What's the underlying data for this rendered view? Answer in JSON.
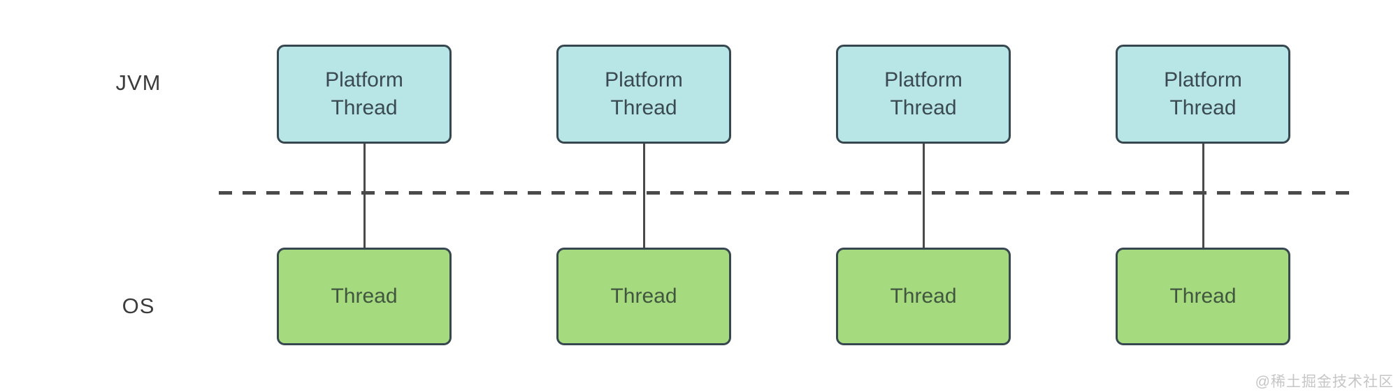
{
  "diagram": {
    "title_semantics": "JVM platform threads mapped one-to-one to OS threads",
    "layers": {
      "top": {
        "label": "JVM"
      },
      "bottom": {
        "label": "OS"
      }
    },
    "columns": [
      {
        "top_label": "Platform Thread",
        "bottom_label": "Thread"
      },
      {
        "top_label": "Platform Thread",
        "bottom_label": "Thread"
      },
      {
        "top_label": "Platform Thread",
        "bottom_label": "Thread"
      },
      {
        "top_label": "Platform Thread",
        "bottom_label": "Thread"
      }
    ],
    "boundary": {
      "style": "dashed"
    }
  },
  "watermark": "@稀土掘金技术社区",
  "colors": {
    "bg": "#ffffff",
    "platform_fill": "#b8e5e6",
    "platform_text": "#3a4a50",
    "os_fill": "#a6da7e",
    "os_text": "#41563f",
    "border": "#37474f",
    "line": "#4a4a4a",
    "label_text": "#3c3c3c",
    "watermark_text": "#c6c6c6"
  }
}
